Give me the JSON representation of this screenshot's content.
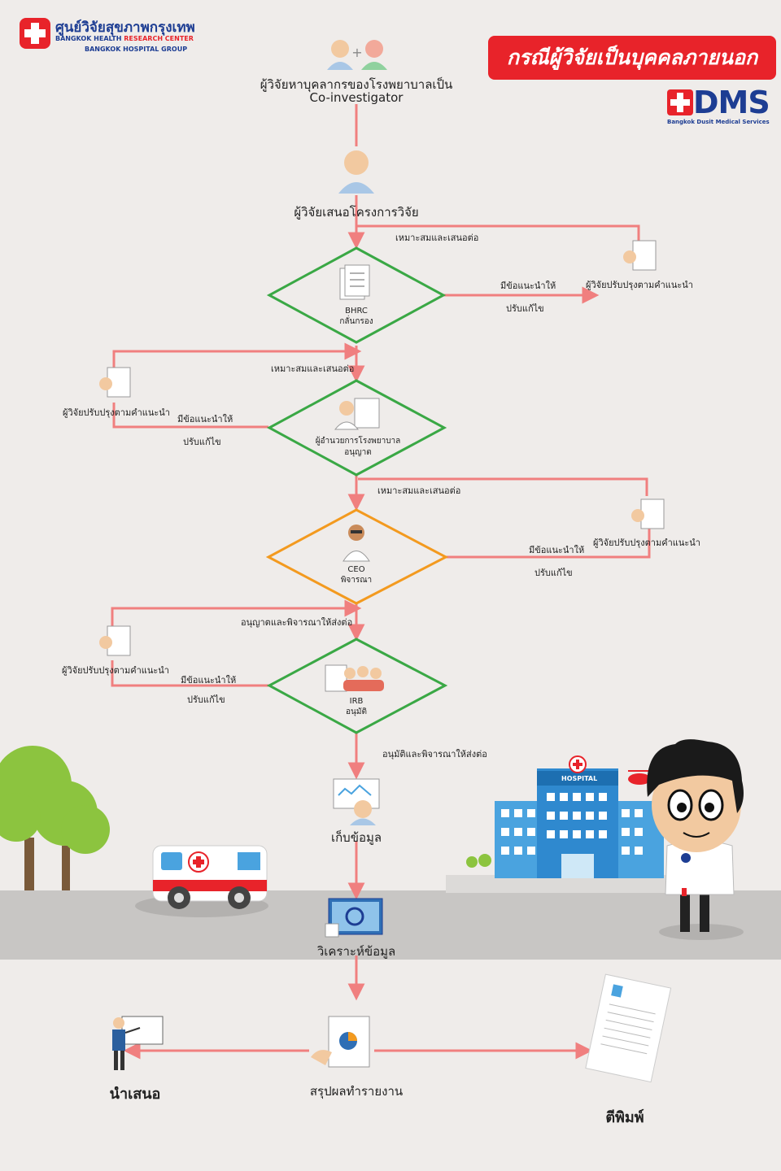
{
  "header": {
    "logo_thai": "ศูนย์วิจัยสุขภาพกรุงเทพ",
    "logo_line2_a": "BANGKOK HEALTH ",
    "logo_line2_b": "RESEARCH CENTER",
    "logo_line3": "BANGKOK HOSPITAL GROUP",
    "banner_title": "กรณีผู้วิจัยเป็นบุคคลภายนอก",
    "bdms_mark": "DMS",
    "bdms_subtitle": "Bangkok Dusit Medical Services"
  },
  "colors": {
    "flow_line": "#f07f7f",
    "diamond_green": "#3aa845",
    "diamond_orange": "#f39a1f",
    "banner_red": "#e8232a",
    "brand_blue": "#1d3d93",
    "road": "#c8c6c4"
  },
  "flow": {
    "step1_line1": "ผู้วิจัยหาบุคลากรของโรงพยาบาลเป็น",
    "step1_line2": "Co-investigator",
    "step2": "ผู้วิจัยเสนอโครงการวิจัย",
    "d1": {
      "line1": "BHRC",
      "line2": "กลั่นกรอง",
      "pass": "เหมาะสมและเสนอต่อ",
      "fix1": "มีข้อแนะนำให้",
      "fix2": "ปรับแก้ไข",
      "revise": "ผู้วิจัยปรับปรุงตามคำแนะนำ"
    },
    "d2": {
      "line1": "ผู้อำนวยการโรงพยาบาล",
      "line2": "อนุญาต",
      "pass": "เหมาะสมและเสนอต่อ",
      "fix1": "มีข้อแนะนำให้",
      "fix2": "ปรับแก้ไข",
      "revise": "ผู้วิจัยปรับปรุงตามคำแนะนำ"
    },
    "d3": {
      "line1": "CEO",
      "line2": "พิจารณา",
      "pass": "เหมาะสมและเสนอต่อ",
      "fix1": "มีข้อแนะนำให้",
      "fix2": "ปรับแก้ไข",
      "revise": "ผู้วิจัยปรับปรุงตามคำแนะนำ"
    },
    "d4": {
      "line1": "IRB",
      "line2": "อนุมัติ",
      "pass": "อนุญาตและพิจารณาให้ส่งต่อ",
      "fix1": "มีข้อแนะนำให้",
      "fix2": "ปรับแก้ไข",
      "revise": "ผู้วิจัยปรับปรุงตามคำแนะนำ"
    },
    "after_irb": "อนุมัติและพิจารณาให้ส่งต่อ",
    "collect": "เก็บข้อมูล",
    "analyze": "วิเคราะห์ข้อมูล",
    "summary": "สรุปผลทำรายงาน",
    "present": "นำเสนอ",
    "publish": "ตีพิมพ์",
    "hospital_sign": "HOSPITAL"
  }
}
